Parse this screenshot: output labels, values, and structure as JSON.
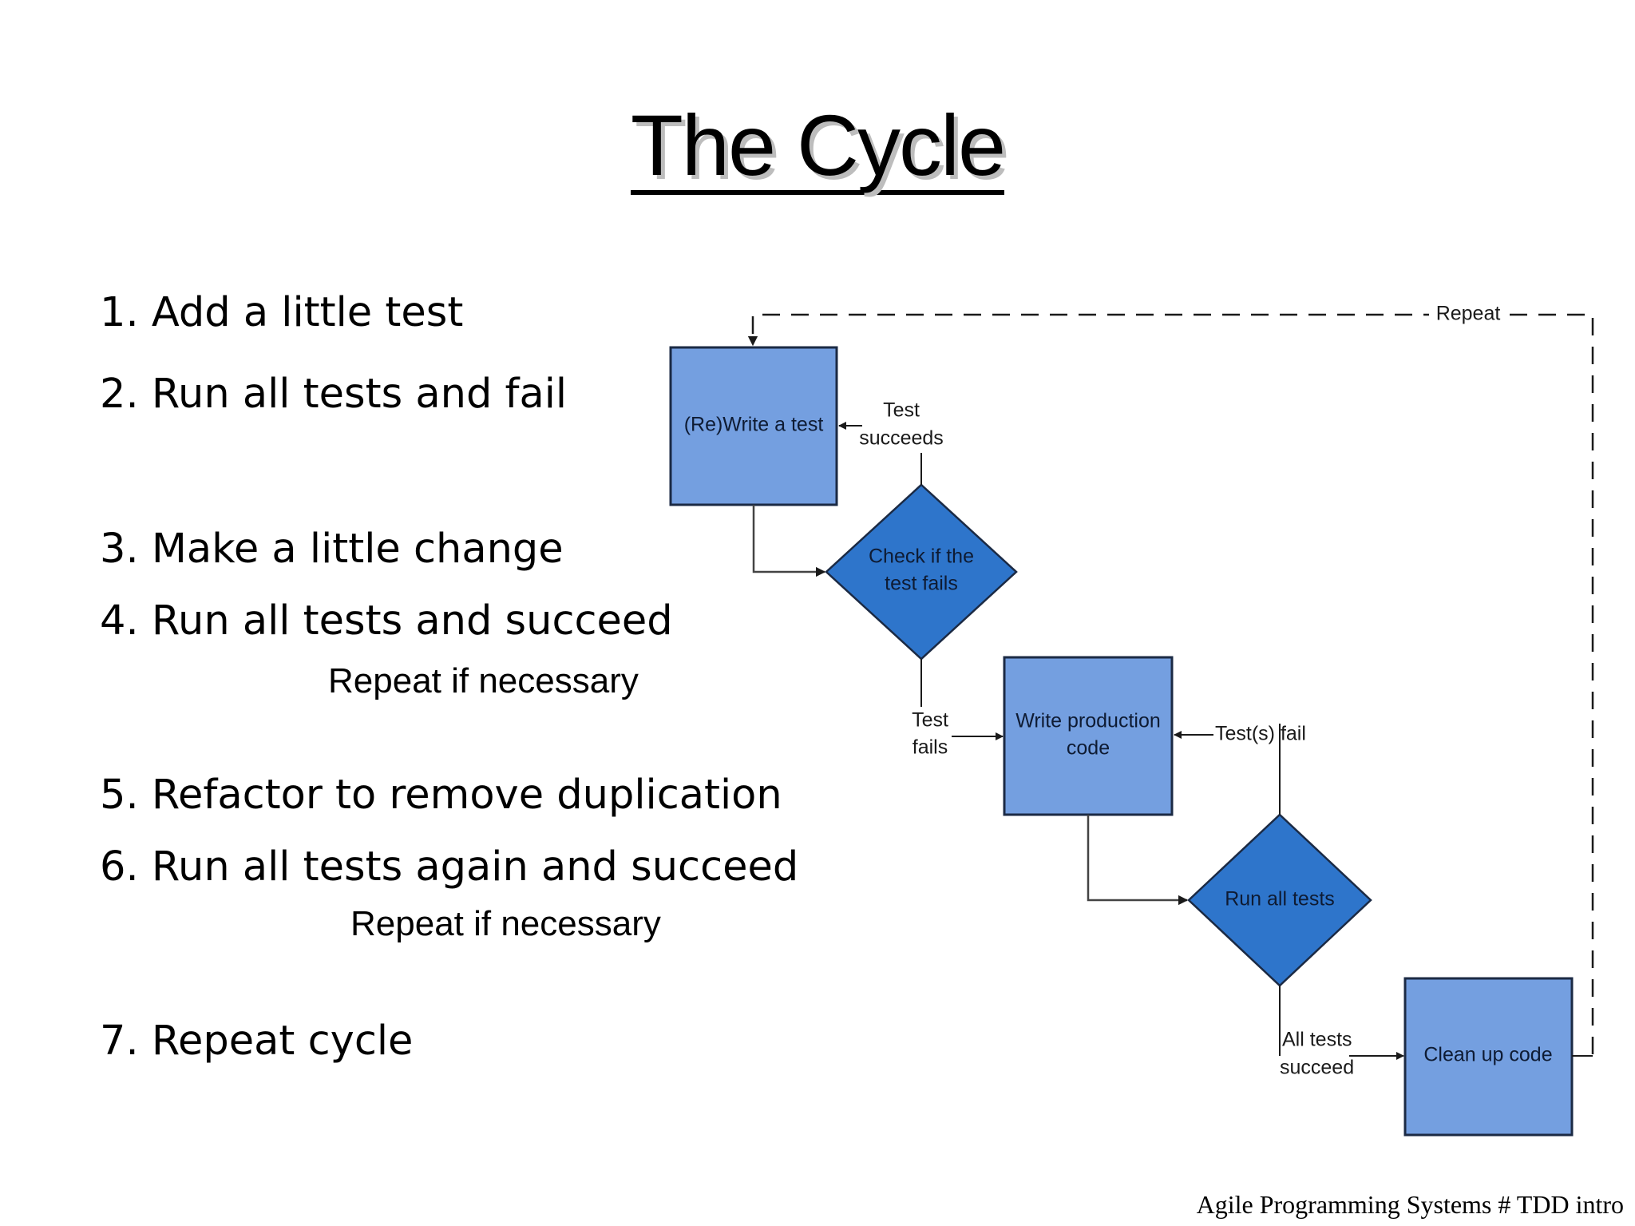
{
  "slide": {
    "title": "The Cycle",
    "footer": "Agile Programming Systems # TDD intro"
  },
  "steps": [
    {
      "text": "1. Add a little test"
    },
    {
      "text": "2. Run all tests and fail"
    },
    {
      "text": "3. Make a little change"
    },
    {
      "text": "4. Run all tests and succeed"
    },
    {
      "text": "Repeat if necessary",
      "sub": true
    },
    {
      "text": "5. Refactor to remove duplication"
    },
    {
      "text": "6. Run all tests again and succeed"
    },
    {
      "text": "Repeat if necessary",
      "sub": true
    },
    {
      "text": "7. Repeat cycle"
    }
  ],
  "diagram": {
    "colors": {
      "process_fill": "#749FE0",
      "decision_fill": "#2E75CB",
      "shape_stroke": "#1b2a44",
      "connector": "#1a1a1a",
      "shadow": "#9a9a9a"
    },
    "nodes": [
      {
        "id": "write-test",
        "label": "(Re)Write a test",
        "shape": "process"
      },
      {
        "id": "check-test-fails",
        "label": "Check if the\ntest fails",
        "line1": "Check if the",
        "line2": "test fails",
        "shape": "decision"
      },
      {
        "id": "write-production",
        "label": "Write production\ncode",
        "line1": "Write production",
        "line2": "code",
        "shape": "process"
      },
      {
        "id": "run-all-tests",
        "label": "Run all tests",
        "shape": "decision"
      },
      {
        "id": "clean-up-code",
        "label": "Clean up code",
        "shape": "process"
      }
    ],
    "edges": [
      {
        "id": "repeat",
        "label": "Repeat",
        "style": "dashed"
      },
      {
        "id": "test-succeeds",
        "line1": "Test",
        "line2": "succeeds",
        "style": "solid"
      },
      {
        "id": "test-fails",
        "line1": "Test",
        "line2": "fails",
        "style": "solid"
      },
      {
        "id": "tests-fail",
        "label": "Test(s) fail",
        "style": "solid"
      },
      {
        "id": "all-tests-succeed",
        "line1": "All tests",
        "line2": "succeed",
        "style": "solid"
      }
    ]
  }
}
